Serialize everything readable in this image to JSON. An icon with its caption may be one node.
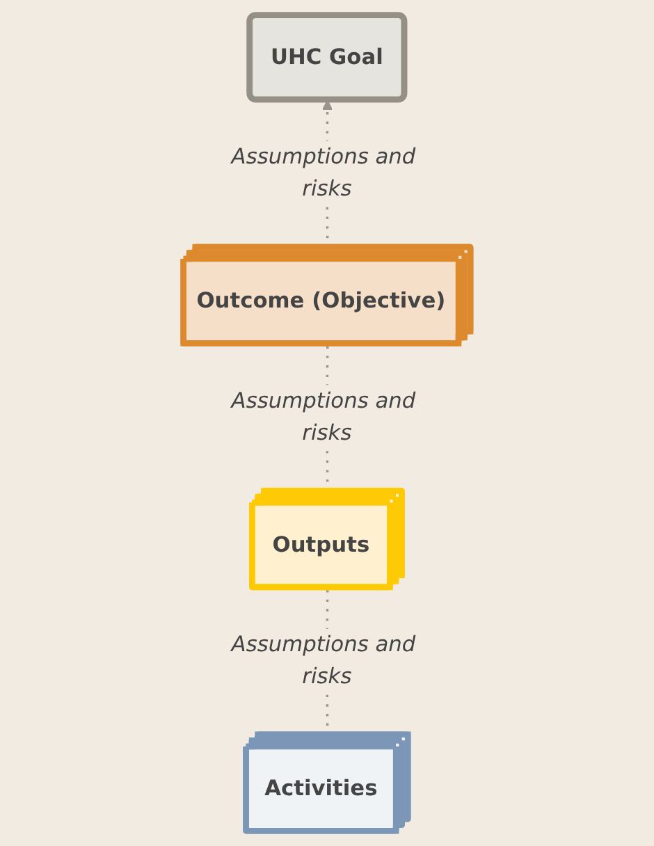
{
  "diagram": {
    "nodes": [
      {
        "text": [
          "UHC Goal"
        ]
      },
      {
        "text": [
          "Outcome (Objective)"
        ]
      },
      {
        "text": [
          "Outputs"
        ]
      },
      {
        "text": [
          "Activities"
        ]
      }
    ],
    "edges": [
      {
        "from": 3,
        "to": 2,
        "arrow": "none",
        "style": "dashed",
        "label": "Assumptions and risks"
      },
      {
        "from": 2,
        "to": 1,
        "arrow": "none",
        "style": "dashed",
        "label": "Assumptions and risks"
      },
      {
        "from": 1,
        "to": 0,
        "arrow": "to",
        "style": "dashed",
        "label": "Assumptions and risks"
      }
    ]
  }
}
